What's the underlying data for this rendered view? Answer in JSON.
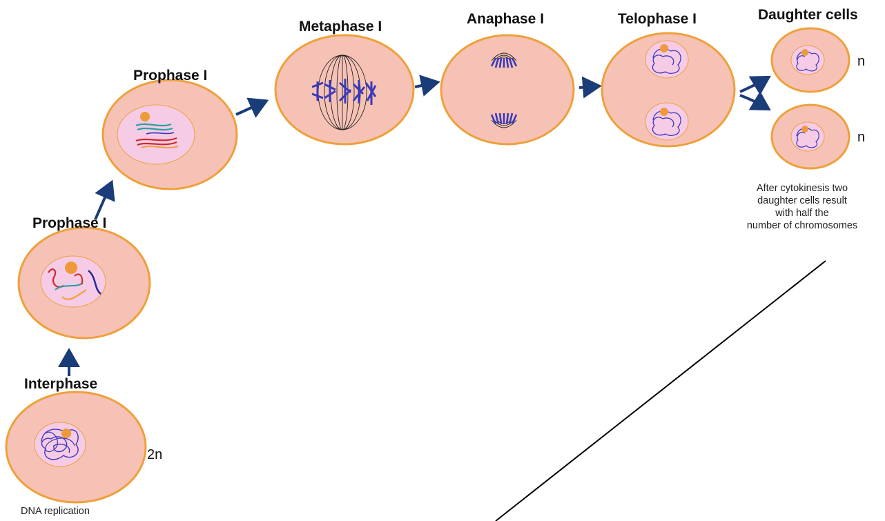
{
  "stages": {
    "interphase": "Interphase",
    "prophase_early": "Prophase I",
    "prophase_late": "Prophase I",
    "metaphase": "Metaphase I",
    "anaphase": "Anaphase I",
    "telophase": "Telophase I",
    "daughter": "Daughter cells"
  },
  "ploidy": {
    "interphase": "2n",
    "daughter_top": "n",
    "daughter_bottom": "n"
  },
  "captions": {
    "interphase": "DNA replication",
    "daughter_lines": [
      "After cytokinesis two",
      "daughter cells result",
      "with half the",
      "number of chromosomes"
    ]
  },
  "colors": {
    "cell_fill": "#f6c2b6",
    "cell_border": "#eea03a",
    "nucleus_fill": "#f6cbe6",
    "nucleolus": "#ee9a3a",
    "chromatin": "#3a3ab8",
    "arrow": "#1a3c78"
  }
}
